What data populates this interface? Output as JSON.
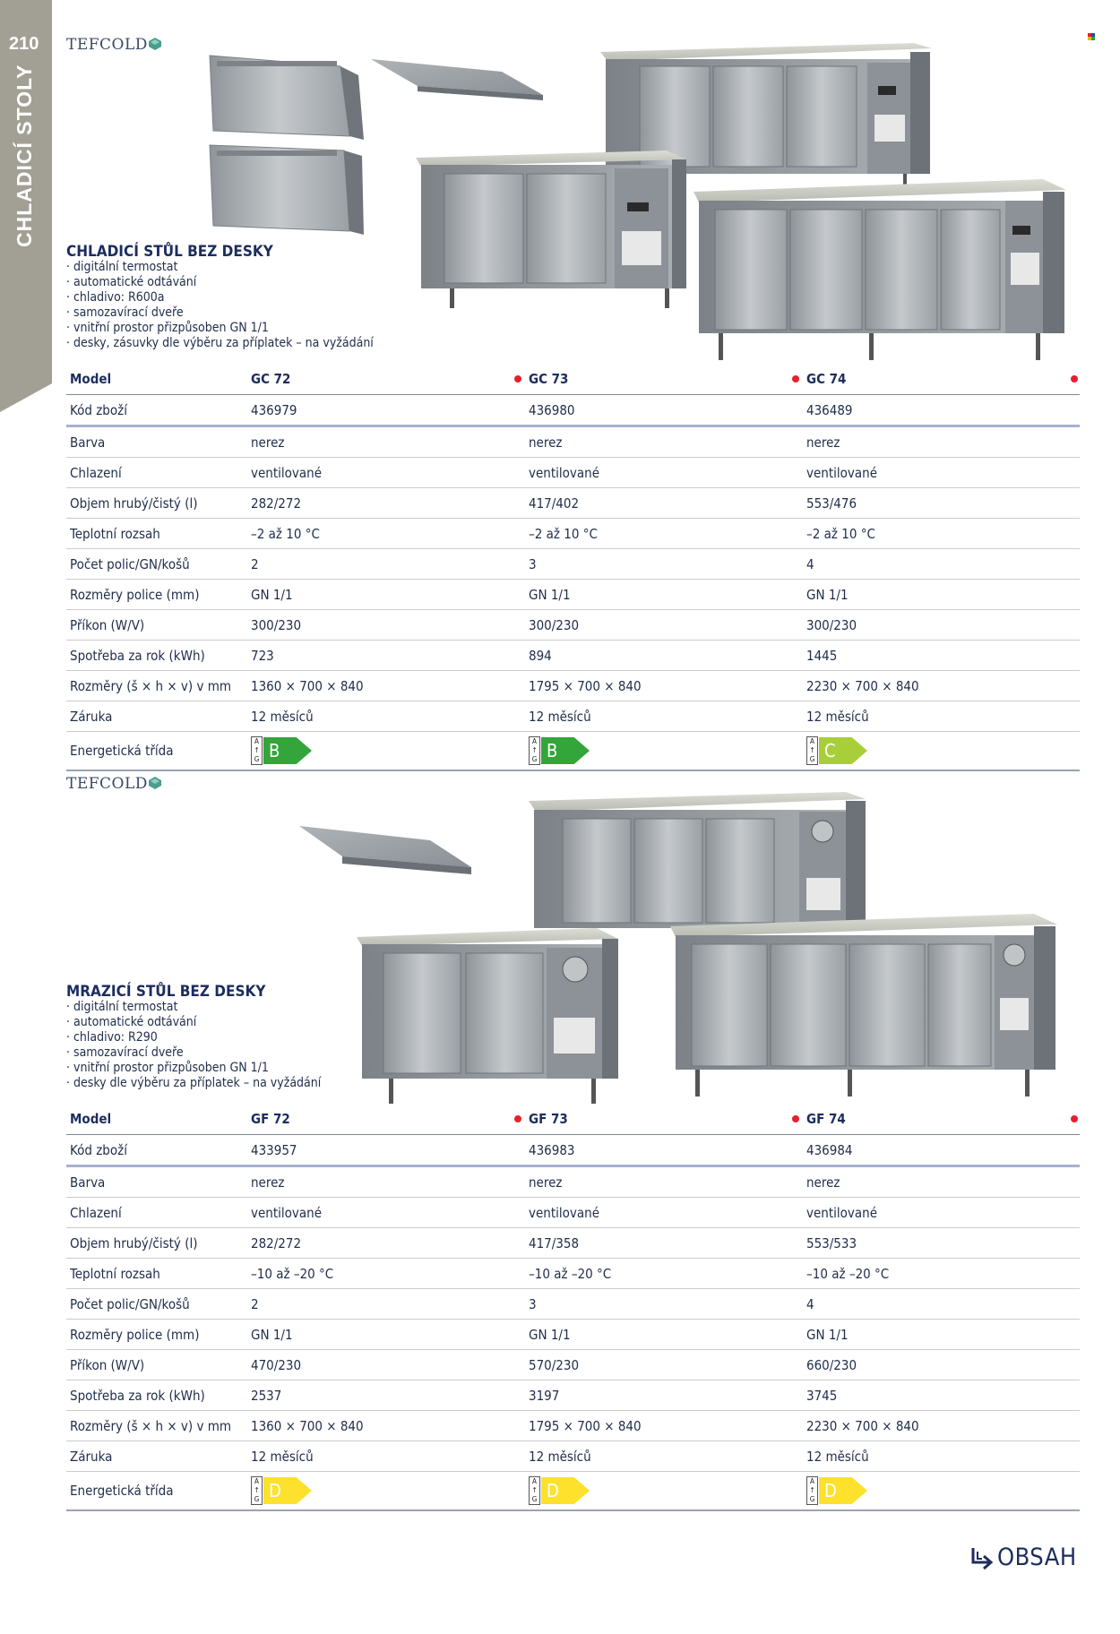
{
  "page": {
    "number": "210",
    "section": "CHLADICÍ STOLY"
  },
  "colors": {
    "navy": "#1c2d5e",
    "accent_red": "#e5202e",
    "side_tab": "#a29f94",
    "energy_b": "#33a53a",
    "energy_c": "#a8cf3a",
    "energy_d": "#fde12d"
  },
  "brand": "TEFCOLD",
  "sections": [
    {
      "title": "CHLADICÍ STŮL BEZ DESKY",
      "features": [
        "digitální termostat",
        "automatické odtávání",
        "chladivo: R600a",
        "samozavírací dveře",
        "vnitřní prostor přizpůsoben GN 1/1",
        "desky, zásuvky dle výběru za příplatek – na vyžádání"
      ],
      "header": [
        "Model",
        "GC 72",
        "GC 73",
        "GC 74"
      ],
      "rows": [
        [
          "Kód zboží",
          "436979",
          "436980",
          "436489"
        ],
        [
          "Barva",
          "nerez",
          "nerez",
          "nerez"
        ],
        [
          "Chlazení",
          "ventilované",
          "ventilované",
          "ventilované"
        ],
        [
          "Objem hrubý/čistý (l)",
          "282/272",
          "417/402",
          "553/476"
        ],
        [
          "Teplotní rozsah",
          "–2 až 10 °C",
          "–2 až 10 °C",
          "–2 až 10 °C"
        ],
        [
          "Počet polic/GN/košů",
          "2",
          "3",
          "4"
        ],
        [
          "Rozměry police (mm)",
          "GN 1/1",
          "GN 1/1",
          "GN 1/1"
        ],
        [
          "Příkon (W/V)",
          "300/230",
          "300/230",
          "300/230"
        ],
        [
          "Spotřeba za rok (kWh)",
          "723",
          "894",
          "1445"
        ],
        [
          "Rozměry (š × h × v) v mm",
          "1360 × 700 × 840",
          "1795 × 700 × 840",
          "2230 × 700 × 840"
        ],
        [
          "Záruka",
          "12 měsíců",
          "12 měsíců",
          "12 měsíců"
        ]
      ],
      "energy_label": "Energetická třída",
      "energy": [
        "B",
        "B",
        "C"
      ]
    },
    {
      "title": "MRAZICÍ STŮL BEZ DESKY",
      "features": [
        "digitální termostat",
        "automatické odtávání",
        "chladivo: R290",
        "samozavírací dveře",
        "vnitřní prostor přizpůsoben GN 1/1",
        "desky dle výběru za příplatek – na vyžádání"
      ],
      "header": [
        "Model",
        "GF 72",
        "GF 73",
        "GF 74"
      ],
      "rows": [
        [
          "Kód zboží",
          "433957",
          "436983",
          "436984"
        ],
        [
          "Barva",
          "nerez",
          "nerez",
          "nerez"
        ],
        [
          "Chlazení",
          "ventilované",
          "ventilované",
          "ventilované"
        ],
        [
          "Objem hrubý/čistý (l)",
          "282/272",
          "417/358",
          "553/533"
        ],
        [
          "Teplotní rozsah",
          "–10 až –20 °C",
          "–10 až –20 °C",
          "–10 až –20 °C"
        ],
        [
          "Počet polic/GN/košů",
          "2",
          "3",
          "4"
        ],
        [
          "Rozměry police (mm)",
          "GN 1/1",
          "GN 1/1",
          "GN 1/1"
        ],
        [
          "Příkon (W/V)",
          "470/230",
          "570/230",
          "660/230"
        ],
        [
          "Spotřeba za rok (kWh)",
          "2537",
          "3197",
          "3745"
        ],
        [
          "Rozměry (š × h × v) v mm",
          "1360 × 700 × 840",
          "1795 × 700 × 840",
          "2230 × 700 × 840"
        ],
        [
          "Záruka",
          "12 měsíců",
          "12 měsíců",
          "12 měsíců"
        ]
      ],
      "energy_label": "Energetická třída",
      "energy": [
        "D",
        "D",
        "D"
      ]
    }
  ],
  "energy_scale_letters": {
    "top": "A",
    "bottom": "G"
  },
  "nav": {
    "obsah": "OBSAH"
  }
}
